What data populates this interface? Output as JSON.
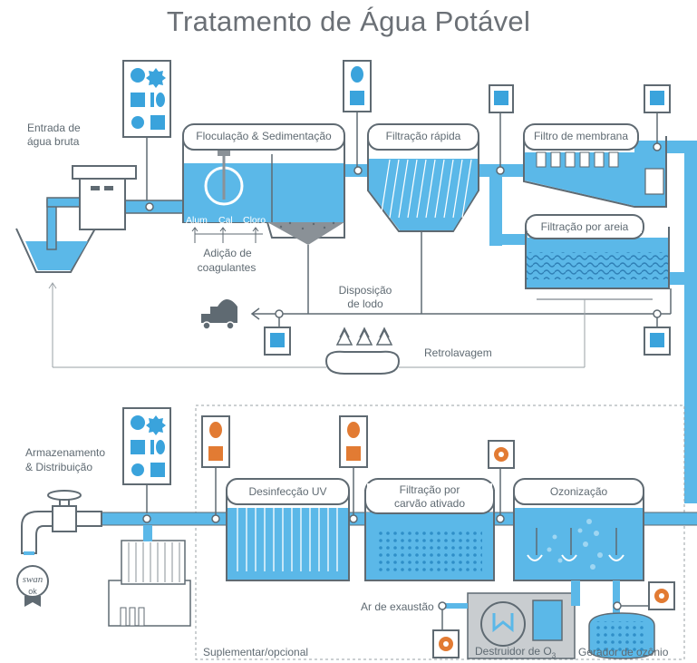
{
  "title": "Tratamento de Água Potável",
  "labels": {
    "raw_water_inlet": [
      "Entrada de",
      "água bruta"
    ],
    "flocculation": "Floculação & Sedimentação",
    "rapid_filtration": "Filtração rápida",
    "membrane_filter": "Filtro de membrana",
    "sand_filtration": "Filtração por areia",
    "coagulant_addition": [
      "Adição de",
      "coagulantes"
    ],
    "alum": "Alum",
    "lime": "Cal",
    "chlorine": "Cloro",
    "sludge_disposal": [
      "Disposição",
      "de lodo"
    ],
    "backwash": "Retrolavagem",
    "storage_distribution": [
      "Armazenamento",
      "& Distribuição"
    ],
    "uv_disinfection": "Desinfecção UV",
    "activated_carbon": [
      "Filtração por",
      "carvão ativado"
    ],
    "ozonation": "Ozonização",
    "exhaust_air": "Ar de exaustão",
    "ozone_destructor": "Destruidor de O",
    "ozone_destructor_sub": "3",
    "ozone_generator": "Gerador de ozônio",
    "optional_section": "Suplementar/opcional",
    "badge_brand": "swan",
    "badge_ok": "ok"
  },
  "colors": {
    "water": "#5bb8e8",
    "water_light": "#9fd6f2",
    "outline": "#5f6a72",
    "grey_fill": "#c9cdd0",
    "orange": "#e27b33",
    "icon_blue": "#3aa3dc"
  }
}
